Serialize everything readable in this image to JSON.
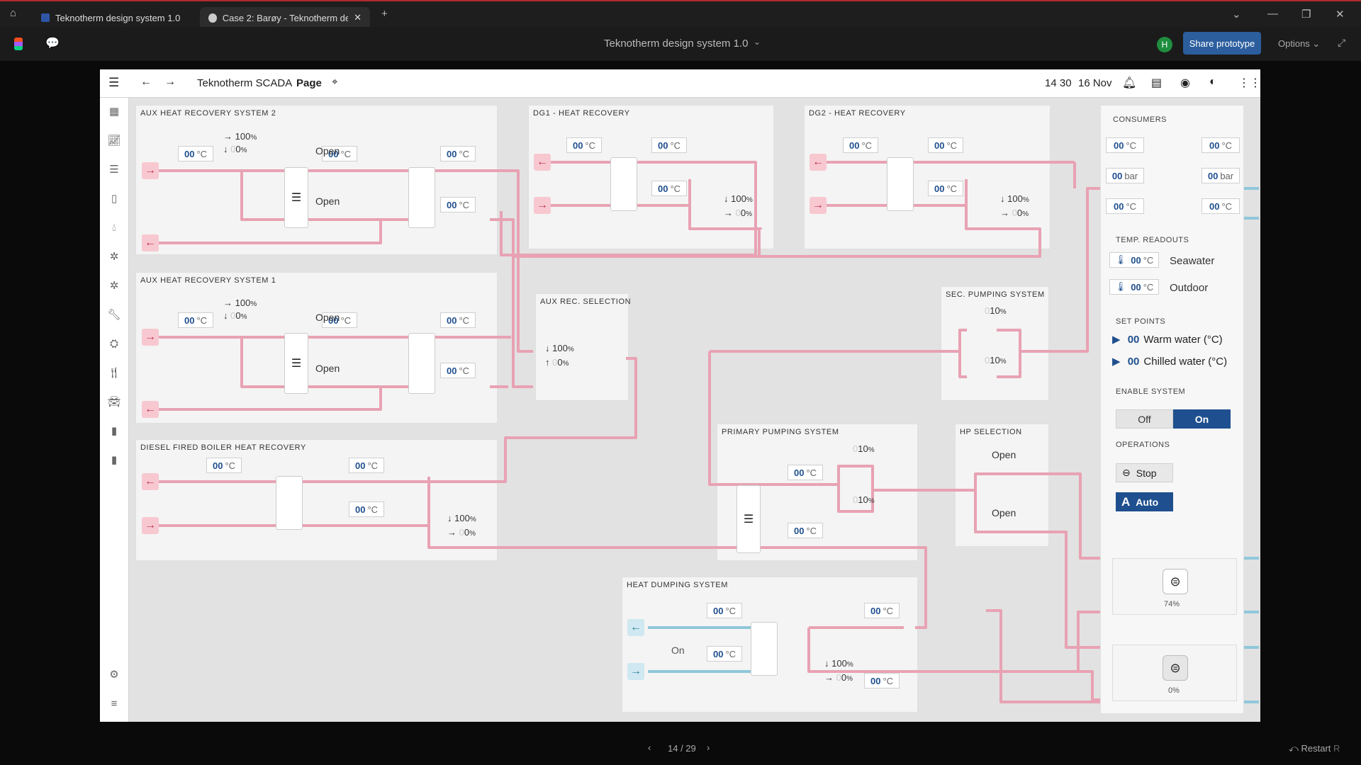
{
  "browser": {
    "tabs": [
      {
        "label": "Teknotherm design system 1.0"
      },
      {
        "label": "Case 2: Barøy - Teknotherm desig"
      }
    ]
  },
  "figma": {
    "file_title": "Teknotherm design system 1.0",
    "avatar": "H",
    "share_label": "Share prototype",
    "options_label": "Options"
  },
  "footer": {
    "pager": "14 / 29",
    "restart": "Restart",
    "restart_key": "R"
  },
  "app": {
    "title": "Teknotherm SCADA",
    "page": "Page",
    "time": "14 30",
    "date": "16 Nov"
  },
  "common": {
    "dd": "00",
    "deg": "°C",
    "bar": "bar",
    "pct": "%",
    "p100": "100",
    "p0": "0",
    "p10": "10",
    "open": "Open",
    "on": "On",
    "v74": "74%",
    "v0": "0%",
    "dim0": "0"
  },
  "panels": {
    "aux2": "AUX HEAT RECOVERY SYSTEM 2",
    "aux1": "AUX HEAT RECOVERY SYSTEM 1",
    "dfb": "DIESEL FIRED BOILER HEAT RECOVERY",
    "dg1": "DG1 - HEAT RECOVERY",
    "dg2": "DG2 - HEAT RECOVERY",
    "auxsel": "AUX REC. SELECTION",
    "sec": "SEC. PUMPING SYSTEM",
    "prim": "PRIMARY PUMPING SYSTEM",
    "hpsel": "HP SELECTION",
    "dump": "HEAT DUMPING SYSTEM"
  },
  "right": {
    "consumers": "CONSUMERS",
    "temp": "TEMP. READOUTS",
    "seawater": "Seawater",
    "outdoor": "Outdoor",
    "setpoints": "SET POINTS",
    "warm": "Warm water (°C)",
    "chilled": "Chilled water (°C)",
    "enable": "ENABLE SYSTEM",
    "off": "Off",
    "on": "On",
    "operations": "OPERATIONS",
    "stop": "Stop",
    "auto": "Auto"
  },
  "colors": {
    "pipe_hot": "#e8a2b3",
    "pipe_cold": "#8fc7da",
    "accent": "#1f4f8e",
    "auto_bg": "#1f4f8e"
  }
}
